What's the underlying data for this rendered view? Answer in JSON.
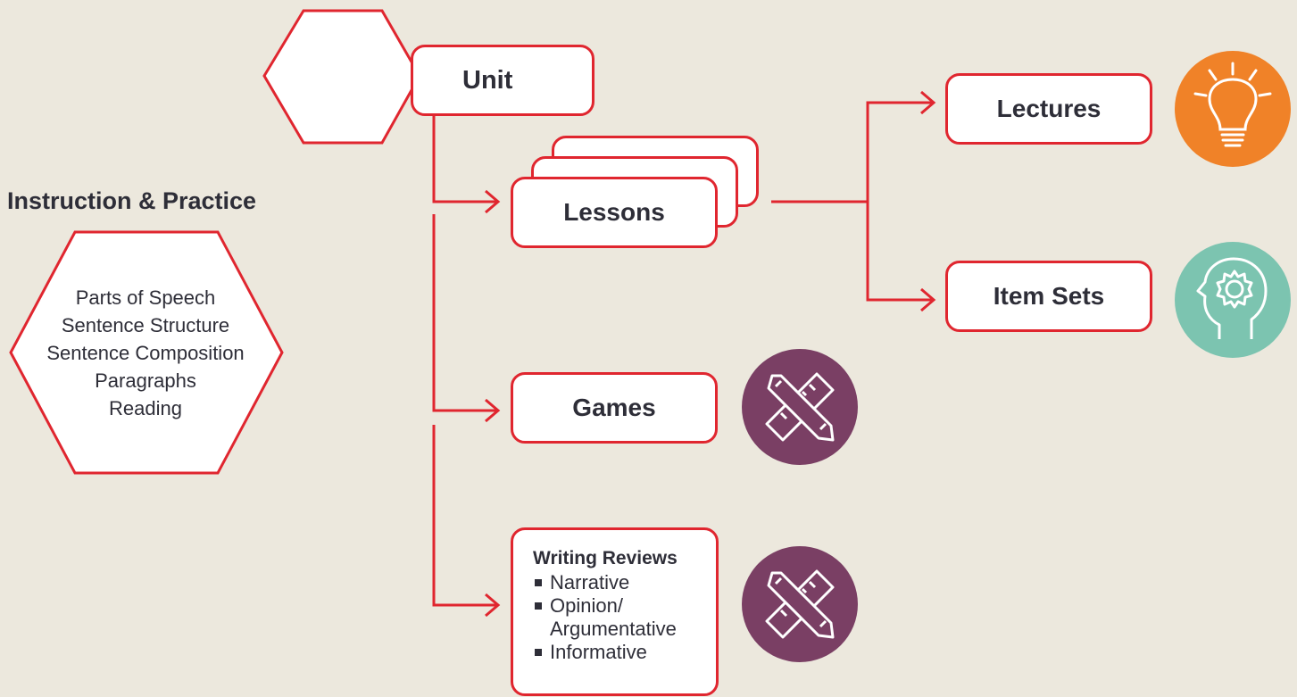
{
  "colors": {
    "background": "#ece8dd",
    "line": "#e0262f",
    "text": "#2e2e38",
    "lectures_icon": "#f08228",
    "item_sets_icon": "#7cc4b0",
    "tools_icon": "#7a3f64"
  },
  "nodes": {
    "unit": "Unit",
    "lessons": "Lessons",
    "lectures": "Lectures",
    "item_sets": "Item Sets",
    "games": "Games"
  },
  "instruction": {
    "heading": "Instruction & Practice",
    "topics": [
      "Parts of Speech",
      "Sentence Structure",
      "Sentence Composition",
      "Paragraphs",
      "Reading"
    ]
  },
  "writing_reviews": {
    "title": "Writing Reviews",
    "items": [
      "Narrative",
      "Opinion/",
      "Argumentative",
      "Informative"
    ]
  },
  "icons": {
    "lectures": "lightbulb-icon",
    "item_sets": "head-gear-icon",
    "games": "pencil-ruler-icon",
    "writing_reviews": "pencil-ruler-icon"
  }
}
